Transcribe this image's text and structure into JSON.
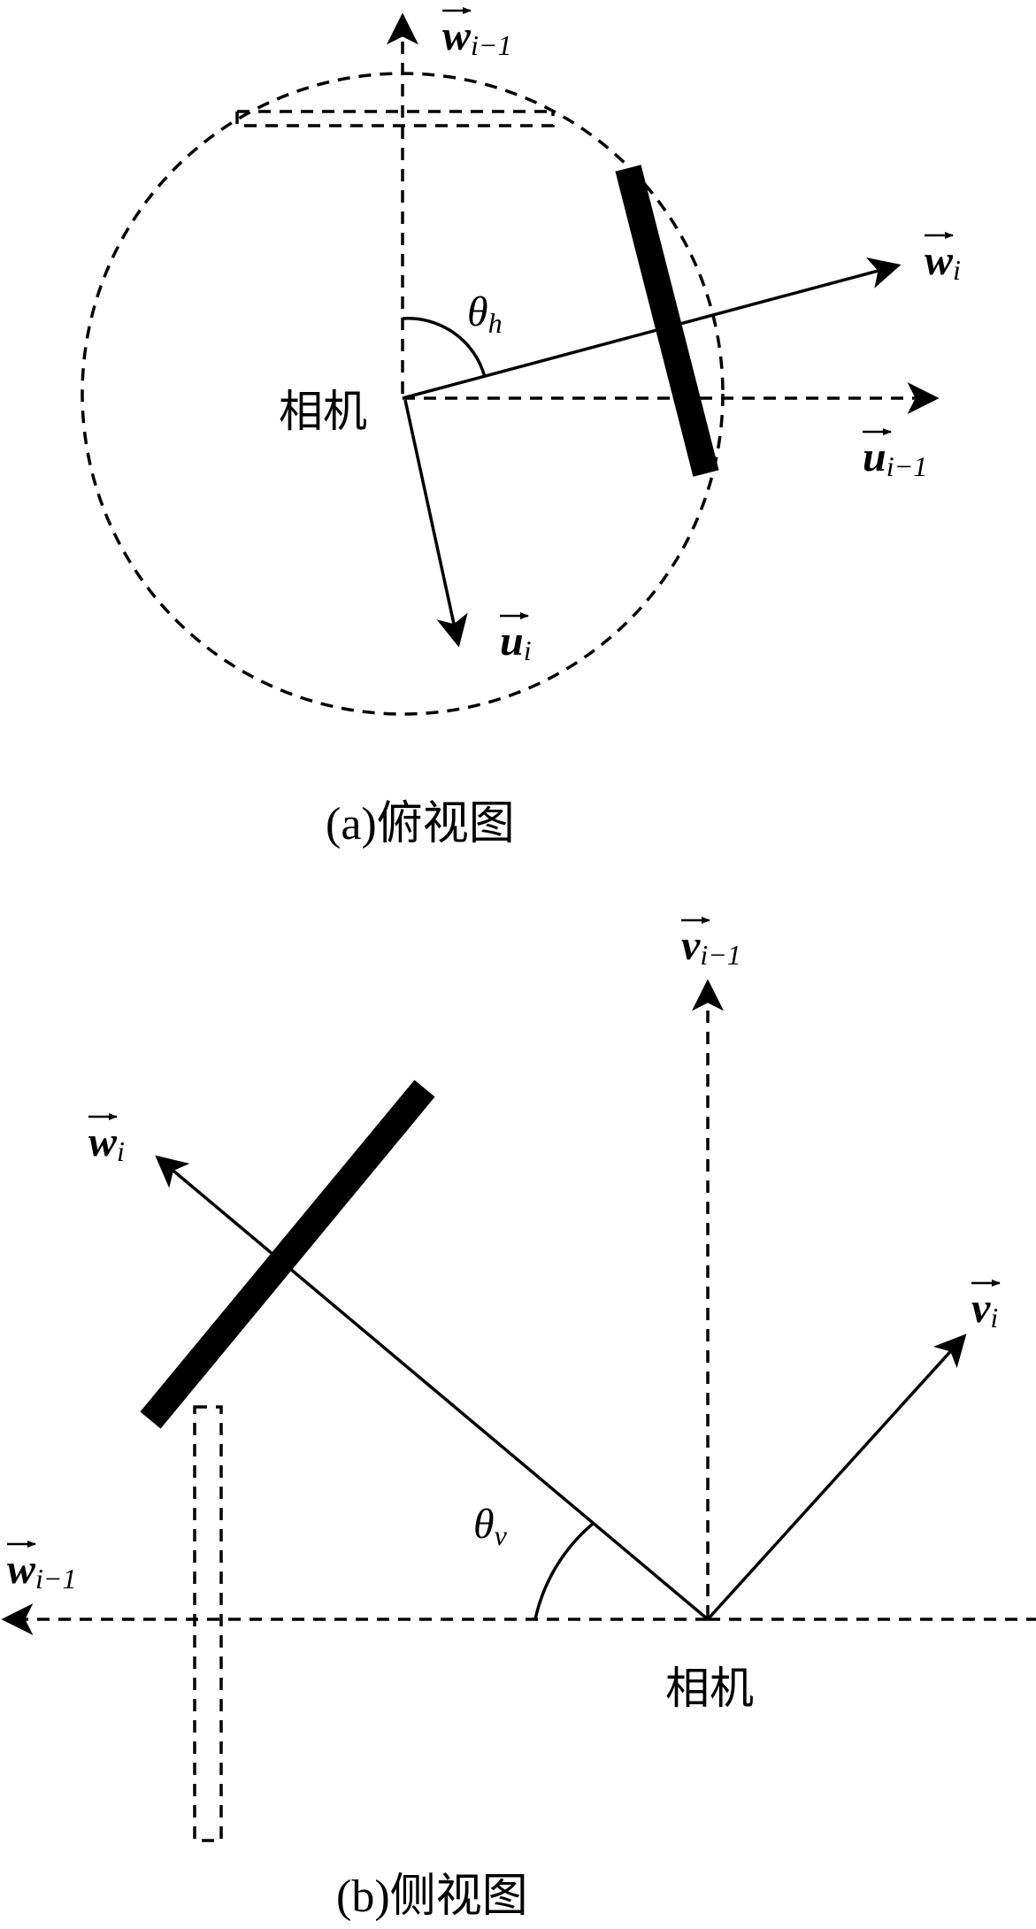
{
  "top_view": {
    "camera_label": "相机",
    "caption": "(a)俯视图",
    "w_prev": {
      "symbol": "w",
      "subscript": "i−1"
    },
    "w_curr": {
      "symbol": "w",
      "subscript": "i"
    },
    "u_prev": {
      "symbol": "u",
      "subscript": "i−1"
    },
    "u_curr": {
      "symbol": "u",
      "subscript": "i"
    },
    "angle": {
      "symbol": "θ",
      "subscript": "h"
    }
  },
  "side_view": {
    "camera_label": "相机",
    "caption": "(b)侧视图",
    "v_prev": {
      "symbol": "v",
      "subscript": "i−1"
    },
    "v_curr": {
      "symbol": "v",
      "subscript": "i"
    },
    "w_curr": {
      "symbol": "w",
      "subscript": "i"
    },
    "w_prev": {
      "symbol": "w",
      "subscript": "i−1"
    },
    "angle": {
      "symbol": "θ",
      "subscript": "v"
    }
  }
}
